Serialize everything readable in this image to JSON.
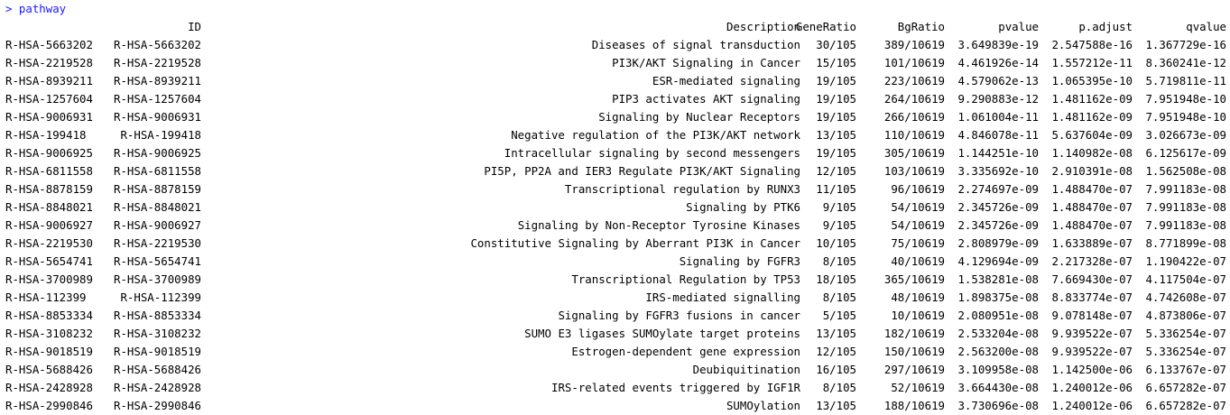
{
  "console": {
    "command": "> pathway",
    "headers": {
      "id": "ID",
      "description": "Description",
      "gene_ratio": "GeneRatio",
      "bg_ratio": "BgRatio",
      "pvalue": "pvalue",
      "p_adjust": "p.adjust",
      "qvalue": "qvalue"
    },
    "rows": [
      {
        "rowname": "R-HSA-5663202",
        "id": "R-HSA-5663202",
        "description": "Diseases of signal transduction",
        "gene_ratio": "30/105",
        "bg_ratio": "389/10619",
        "pvalue": "3.649839e-19",
        "p_adjust": "2.547588e-16",
        "qvalue": "1.367729e-16"
      },
      {
        "rowname": "R-HSA-2219528",
        "id": "R-HSA-2219528",
        "description": "PI3K/AKT Signaling in Cancer",
        "gene_ratio": "15/105",
        "bg_ratio": "101/10619",
        "pvalue": "4.461926e-14",
        "p_adjust": "1.557212e-11",
        "qvalue": "8.360241e-12"
      },
      {
        "rowname": "R-HSA-8939211",
        "id": "R-HSA-8939211",
        "description": "ESR-mediated signaling",
        "gene_ratio": "19/105",
        "bg_ratio": "223/10619",
        "pvalue": "4.579062e-13",
        "p_adjust": "1.065395e-10",
        "qvalue": "5.719811e-11"
      },
      {
        "rowname": "R-HSA-1257604",
        "id": "R-HSA-1257604",
        "description": "PIP3 activates AKT signaling",
        "gene_ratio": "19/105",
        "bg_ratio": "264/10619",
        "pvalue": "9.290883e-12",
        "p_adjust": "1.481162e-09",
        "qvalue": "7.951948e-10"
      },
      {
        "rowname": "R-HSA-9006931",
        "id": "R-HSA-9006931",
        "description": "Signaling by Nuclear Receptors",
        "gene_ratio": "19/105",
        "bg_ratio": "266/10619",
        "pvalue": "1.061004e-11",
        "p_adjust": "1.481162e-09",
        "qvalue": "7.951948e-10"
      },
      {
        "rowname": "R-HSA-199418",
        "id": "R-HSA-199418",
        "description": "Negative regulation of the PI3K/AKT network",
        "gene_ratio": "13/105",
        "bg_ratio": "110/10619",
        "pvalue": "4.846078e-11",
        "p_adjust": "5.637604e-09",
        "qvalue": "3.026673e-09"
      },
      {
        "rowname": "R-HSA-9006925",
        "id": "R-HSA-9006925",
        "description": "Intracellular signaling by second messengers",
        "gene_ratio": "19/105",
        "bg_ratio": "305/10619",
        "pvalue": "1.144251e-10",
        "p_adjust": "1.140982e-08",
        "qvalue": "6.125617e-09"
      },
      {
        "rowname": "R-HSA-6811558",
        "id": "R-HSA-6811558",
        "description": "PI5P, PP2A and IER3 Regulate PI3K/AKT Signaling",
        "gene_ratio": "12/105",
        "bg_ratio": "103/10619",
        "pvalue": "3.335692e-10",
        "p_adjust": "2.910391e-08",
        "qvalue": "1.562508e-08"
      },
      {
        "rowname": "R-HSA-8878159",
        "id": "R-HSA-8878159",
        "description": "Transcriptional regulation by RUNX3",
        "gene_ratio": "11/105",
        "bg_ratio": "96/10619",
        "pvalue": "2.274697e-09",
        "p_adjust": "1.488470e-07",
        "qvalue": "7.991183e-08"
      },
      {
        "rowname": "R-HSA-8848021",
        "id": "R-HSA-8848021",
        "description": "Signaling by PTK6",
        "gene_ratio": "9/105",
        "bg_ratio": "54/10619",
        "pvalue": "2.345726e-09",
        "p_adjust": "1.488470e-07",
        "qvalue": "7.991183e-08"
      },
      {
        "rowname": "R-HSA-9006927",
        "id": "R-HSA-9006927",
        "description": "Signaling by Non-Receptor Tyrosine Kinases",
        "gene_ratio": "9/105",
        "bg_ratio": "54/10619",
        "pvalue": "2.345726e-09",
        "p_adjust": "1.488470e-07",
        "qvalue": "7.991183e-08"
      },
      {
        "rowname": "R-HSA-2219530",
        "id": "R-HSA-2219530",
        "description": "Constitutive Signaling by Aberrant PI3K in Cancer",
        "gene_ratio": "10/105",
        "bg_ratio": "75/10619",
        "pvalue": "2.808979e-09",
        "p_adjust": "1.633889e-07",
        "qvalue": "8.771899e-08"
      },
      {
        "rowname": "R-HSA-5654741",
        "id": "R-HSA-5654741",
        "description": "Signaling by FGFR3",
        "gene_ratio": "8/105",
        "bg_ratio": "40/10619",
        "pvalue": "4.129694e-09",
        "p_adjust": "2.217328e-07",
        "qvalue": "1.190422e-07"
      },
      {
        "rowname": "R-HSA-3700989",
        "id": "R-HSA-3700989",
        "description": "Transcriptional Regulation by TP53",
        "gene_ratio": "18/105",
        "bg_ratio": "365/10619",
        "pvalue": "1.538281e-08",
        "p_adjust": "7.669430e-07",
        "qvalue": "4.117504e-07"
      },
      {
        "rowname": "R-HSA-112399",
        "id": "R-HSA-112399",
        "description": "IRS-mediated signalling",
        "gene_ratio": "8/105",
        "bg_ratio": "48/10619",
        "pvalue": "1.898375e-08",
        "p_adjust": "8.833774e-07",
        "qvalue": "4.742608e-07"
      },
      {
        "rowname": "R-HSA-8853334",
        "id": "R-HSA-8853334",
        "description": "Signaling by FGFR3 fusions in cancer",
        "gene_ratio": "5/105",
        "bg_ratio": "10/10619",
        "pvalue": "2.080951e-08",
        "p_adjust": "9.078148e-07",
        "qvalue": "4.873806e-07"
      },
      {
        "rowname": "R-HSA-3108232",
        "id": "R-HSA-3108232",
        "description": "SUMO E3 ligases SUMOylate target proteins",
        "gene_ratio": "13/105",
        "bg_ratio": "182/10619",
        "pvalue": "2.533204e-08",
        "p_adjust": "9.939522e-07",
        "qvalue": "5.336254e-07"
      },
      {
        "rowname": "R-HSA-9018519",
        "id": "R-HSA-9018519",
        "description": "Estrogen-dependent gene expression",
        "gene_ratio": "12/105",
        "bg_ratio": "150/10619",
        "pvalue": "2.563200e-08",
        "p_adjust": "9.939522e-07",
        "qvalue": "5.336254e-07"
      },
      {
        "rowname": "R-HSA-5688426",
        "id": "R-HSA-5688426",
        "description": "Deubiquitination",
        "gene_ratio": "16/105",
        "bg_ratio": "297/10619",
        "pvalue": "3.109958e-08",
        "p_adjust": "1.142500e-06",
        "qvalue": "6.133767e-07"
      },
      {
        "rowname": "R-HSA-2428928",
        "id": "R-HSA-2428928",
        "description": "IRS-related events triggered by IGF1R",
        "gene_ratio": "8/105",
        "bg_ratio": "52/10619",
        "pvalue": "3.664430e-08",
        "p_adjust": "1.240012e-06",
        "qvalue": "6.657282e-07"
      },
      {
        "rowname": "R-HSA-2990846",
        "id": "R-HSA-2990846",
        "description": "SUMOylation",
        "gene_ratio": "13/105",
        "bg_ratio": "188/10619",
        "pvalue": "3.730696e-08",
        "p_adjust": "1.240012e-06",
        "qvalue": "6.657282e-07"
      }
    ],
    "colors": {
      "prompt": "#1a1aff",
      "text": "#000000",
      "background": "#ffffff"
    }
  }
}
